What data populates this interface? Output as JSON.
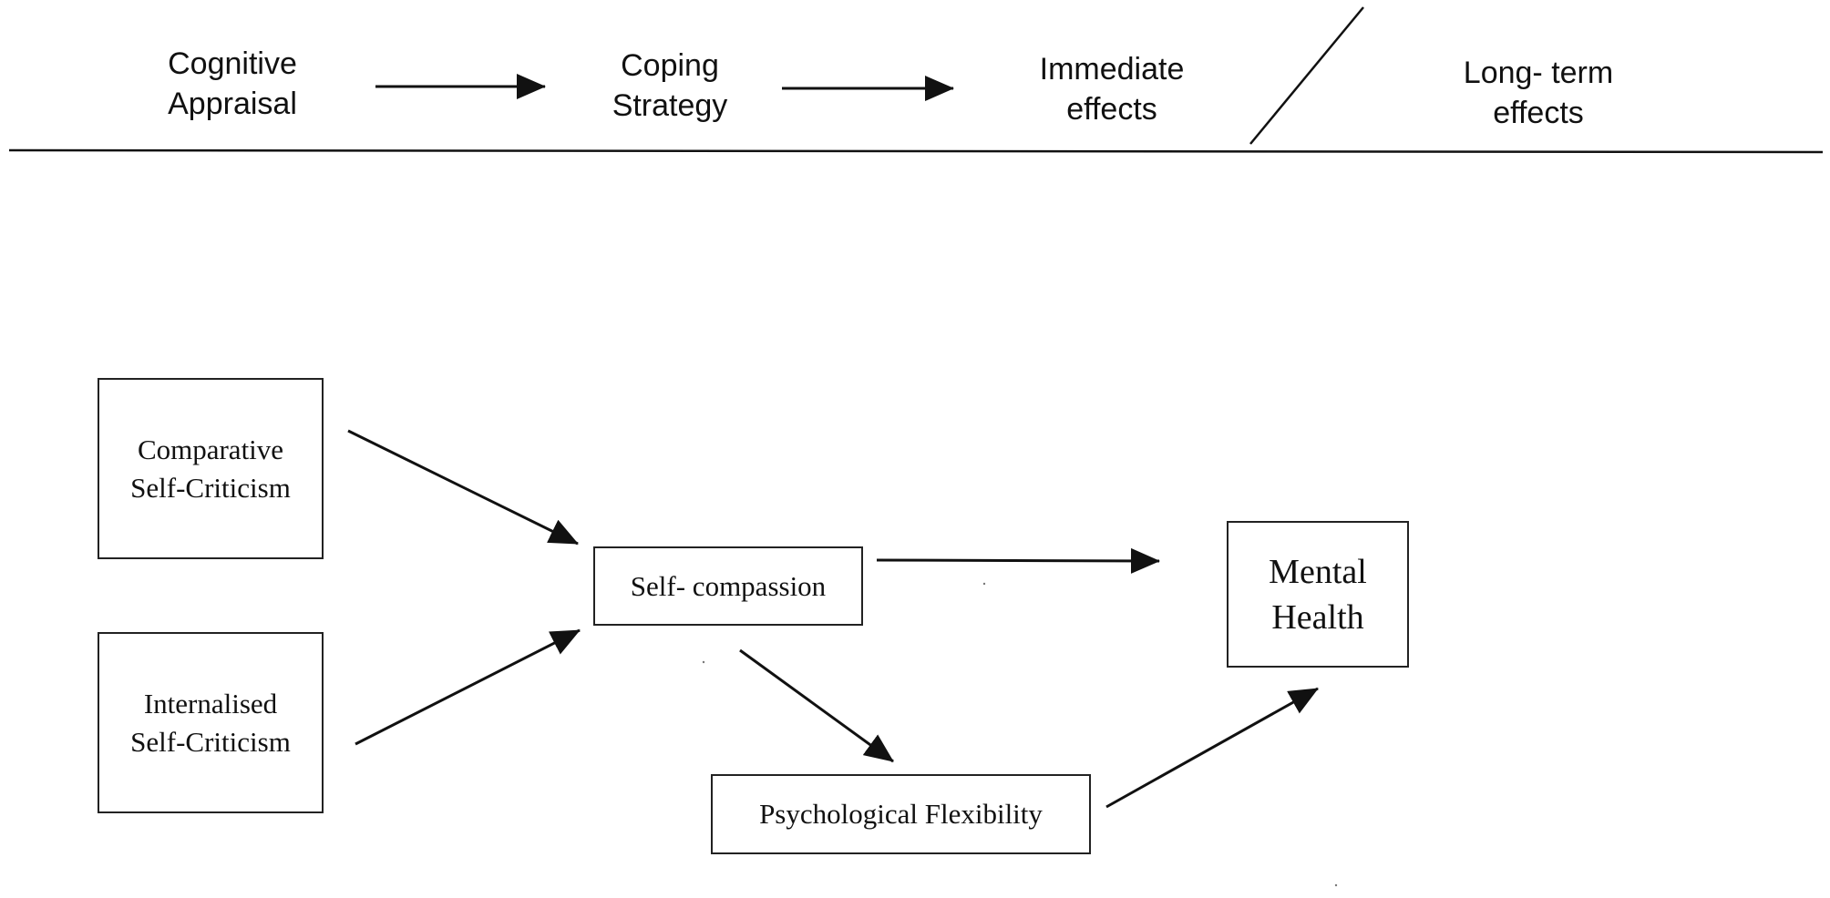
{
  "header": {
    "stages": [
      {
        "line1": "Cognitive",
        "line2": "Appraisal"
      },
      {
        "line1": "Coping",
        "line2": "Strategy"
      },
      {
        "line1": "Immediate",
        "line2": "effects"
      },
      {
        "line1": "Long- term",
        "line2": "effects"
      }
    ]
  },
  "nodes": {
    "comparative": {
      "line1": "Comparative",
      "line2": "Self-Criticism"
    },
    "internalised": {
      "line1": "Internalised",
      "line2": "Self-Criticism"
    },
    "self_compassion": {
      "label": "Self- compassion"
    },
    "mental_health": {
      "line1": "Mental",
      "line2": "Health"
    },
    "psych_flex": {
      "label": "Psychological Flexibility"
    }
  },
  "colors": {
    "line": "#111111",
    "box_border": "#222222",
    "background": "#ffffff"
  }
}
